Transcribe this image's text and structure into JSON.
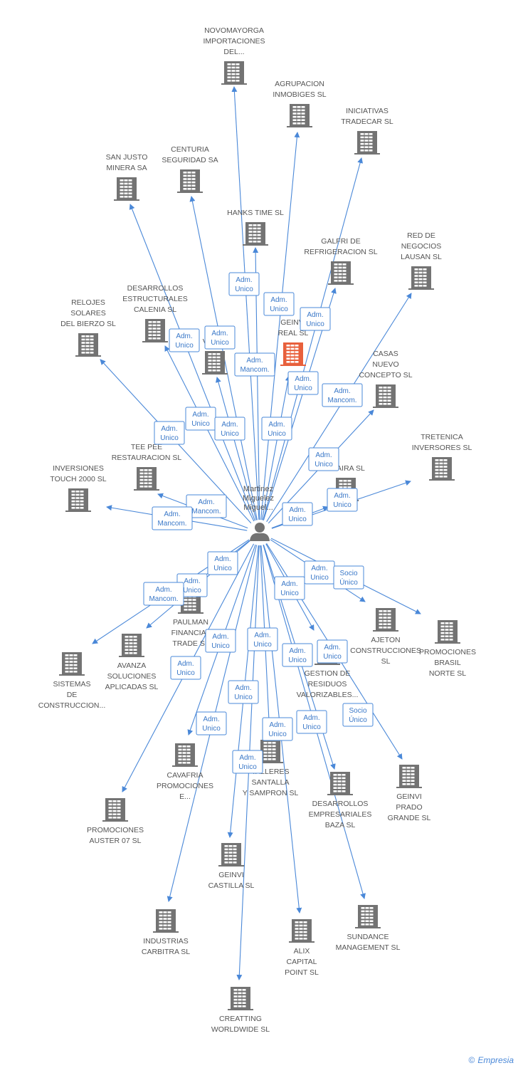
{
  "center": {
    "name": "Martinez Miguelez Miguel...",
    "lines": [
      "Martinez",
      "Miguelez",
      "Miguel..."
    ]
  },
  "colors": {
    "edge": "#4a88d8",
    "building": "#737373",
    "highlight": "#e8603c"
  },
  "footer": {
    "copyright": "©",
    "brand": "Empresia"
  },
  "companies": [
    {
      "id": "novomayorga",
      "lines": [
        "NOVOMAYORGA",
        "IMPORTACIONES",
        "DEL..."
      ]
    },
    {
      "id": "agrupacion",
      "lines": [
        "AGRUPACION",
        "INMOBIGES SL"
      ]
    },
    {
      "id": "iniciativas",
      "lines": [
        "INICIATIVAS",
        "TRADECAR SL"
      ]
    },
    {
      "id": "sanjusto",
      "lines": [
        "SAN JUSTO",
        "MINERA SA"
      ]
    },
    {
      "id": "centuria",
      "lines": [
        "CENTURIA",
        "SEGURIDAD SA"
      ]
    },
    {
      "id": "hanks",
      "lines": [
        "HANKS TIME SL"
      ]
    },
    {
      "id": "galfri",
      "lines": [
        "GALFRI DE",
        "REFRIGERACION SL"
      ]
    },
    {
      "id": "reddenegocios",
      "lines": [
        "RED DE",
        "NEGOCIOS",
        "LAUSAN SL"
      ]
    },
    {
      "id": "desarrollos_est",
      "lines": [
        "DESARROLLOS",
        "ESTRUCTURALES",
        "CALENIA SL"
      ]
    },
    {
      "id": "relojes",
      "lines": [
        "RELOJES",
        "SOLARES",
        "DEL BIERZO SL"
      ]
    },
    {
      "id": "vi",
      "lines": [
        "VI... SL"
      ]
    },
    {
      "id": "geinvi_real",
      "lines": [
        "GEINVI",
        "REAL SL"
      ],
      "highlight": true
    },
    {
      "id": "casas",
      "lines": [
        "CASAS",
        "NUEVO",
        "CONCEPTO SL"
      ]
    },
    {
      "id": "teepee",
      "lines": [
        "TEE PEE",
        "RESTAURACION SL"
      ]
    },
    {
      "id": "tretenica",
      "lines": [
        "TRETENICA",
        "INVERSORES SL"
      ]
    },
    {
      "id": "inversiones",
      "lines": [
        "INVERSIONES",
        "TOUCH 2000 SL"
      ]
    },
    {
      "id": "abaira",
      "lines": [
        "ABAIRA SL"
      ]
    },
    {
      "id": "paulman",
      "lines": [
        "PAULMAN",
        "FINANCIAL",
        "TRADE SL"
      ]
    },
    {
      "id": "ajeton",
      "lines": [
        "AJETON",
        "CONSTRUCCIONES",
        "SL"
      ]
    },
    {
      "id": "promociones_brasil",
      "lines": [
        "PROMOCIONES",
        "BRASIL",
        "NORTE SL"
      ]
    },
    {
      "id": "avanza",
      "lines": [
        "AVANZA",
        "SOLUCIONES",
        "APLICADAS SL"
      ]
    },
    {
      "id": "sistemas",
      "lines": [
        "SISTEMAS",
        "DE",
        "CONSTRUCCION..."
      ]
    },
    {
      "id": "gestion",
      "lines": [
        "GESTION DE",
        "RESIDUOS",
        "VALORIZABLES..."
      ]
    },
    {
      "id": "cavafria",
      "lines": [
        "CAVAFRIA",
        "PROMOCIONES",
        "E..."
      ]
    },
    {
      "id": "talleres",
      "lines": [
        "TALLERES",
        "SANTALLA",
        "Y SAMPRON SL"
      ]
    },
    {
      "id": "desarrollos_emp",
      "lines": [
        "DESARROLLOS",
        "EMPRESARIALES",
        "BAZA SL"
      ]
    },
    {
      "id": "geinvi_prado",
      "lines": [
        "GEINVI",
        "PRADO",
        "GRANDE SL"
      ]
    },
    {
      "id": "auster",
      "lines": [
        "PROMOCIONES",
        "AUSTER 07 SL"
      ]
    },
    {
      "id": "geinvi_castilla",
      "lines": [
        "GEINVI",
        "CASTILLA SL"
      ]
    },
    {
      "id": "sundance",
      "lines": [
        "SUNDANCE",
        "MANAGEMENT SL"
      ]
    },
    {
      "id": "industrias",
      "lines": [
        "INDUSTRIAS",
        "CARBITRA SL"
      ]
    },
    {
      "id": "alix",
      "lines": [
        "ALIX",
        "CAPITAL",
        "POINT SL"
      ]
    },
    {
      "id": "creatting",
      "lines": [
        "CREATTING",
        "WORLDWIDE SL"
      ]
    }
  ],
  "roles": [
    {
      "lines": [
        "Adm.",
        "Unico"
      ]
    },
    {
      "lines": [
        "Adm.",
        "Unico"
      ]
    },
    {
      "lines": [
        "Adm.",
        "Unico"
      ]
    },
    {
      "lines": [
        "Adm.",
        "Unico"
      ]
    },
    {
      "lines": [
        "Adm.",
        "Unico"
      ]
    },
    {
      "lines": [
        "Adm.",
        "Mancom."
      ]
    },
    {
      "lines": [
        "Adm.",
        "Unico"
      ]
    },
    {
      "lines": [
        "Adm.",
        "Mancom."
      ]
    },
    {
      "lines": [
        "Adm.",
        "Unico"
      ]
    },
    {
      "lines": [
        "Adm.",
        "Unico"
      ]
    },
    {
      "lines": [
        "Adm.",
        "Unico"
      ]
    },
    {
      "lines": [
        "Adm.",
        "Unico"
      ]
    },
    {
      "lines": [
        "Adm.",
        "Unico"
      ]
    },
    {
      "lines": [
        "Adm.",
        "Unico"
      ]
    },
    {
      "lines": [
        "Adm.",
        "Mancom."
      ]
    },
    {
      "lines": [
        "Adm.",
        "Mancom."
      ]
    },
    {
      "lines": [
        "Adm.",
        "Unico"
      ]
    },
    {
      "lines": [
        "Adm.",
        "Unico"
      ]
    },
    {
      "lines": [
        "Adm.",
        "Unico"
      ]
    },
    {
      "lines": [
        "Adm.",
        "Unico"
      ]
    },
    {
      "lines": [
        "Socio",
        "Único"
      ]
    },
    {
      "lines": [
        "Adm.",
        "Unico"
      ]
    },
    {
      "lines": [
        "Adm.",
        "Mancom."
      ]
    },
    {
      "lines": [
        "Adm.",
        "Unico"
      ]
    },
    {
      "lines": [
        "Adm.",
        "Unico"
      ]
    },
    {
      "lines": [
        "Adm.",
        "Unico"
      ]
    },
    {
      "lines": [
        "Adm.",
        "Unico"
      ]
    },
    {
      "lines": [
        "Adm.",
        "Unico"
      ]
    },
    {
      "lines": [
        "Adm.",
        "Unico"
      ]
    },
    {
      "lines": [
        "Adm.",
        "Unico"
      ]
    },
    {
      "lines": [
        "Socio",
        "Único"
      ]
    },
    {
      "lines": [
        "Adm.",
        "Unico"
      ]
    },
    {
      "lines": [
        "Adm.",
        "Unico"
      ]
    },
    {
      "lines": [
        "Adm.",
        "Unico"
      ]
    },
    {
      "lines": [
        "Adm.",
        "Unico"
      ]
    }
  ]
}
